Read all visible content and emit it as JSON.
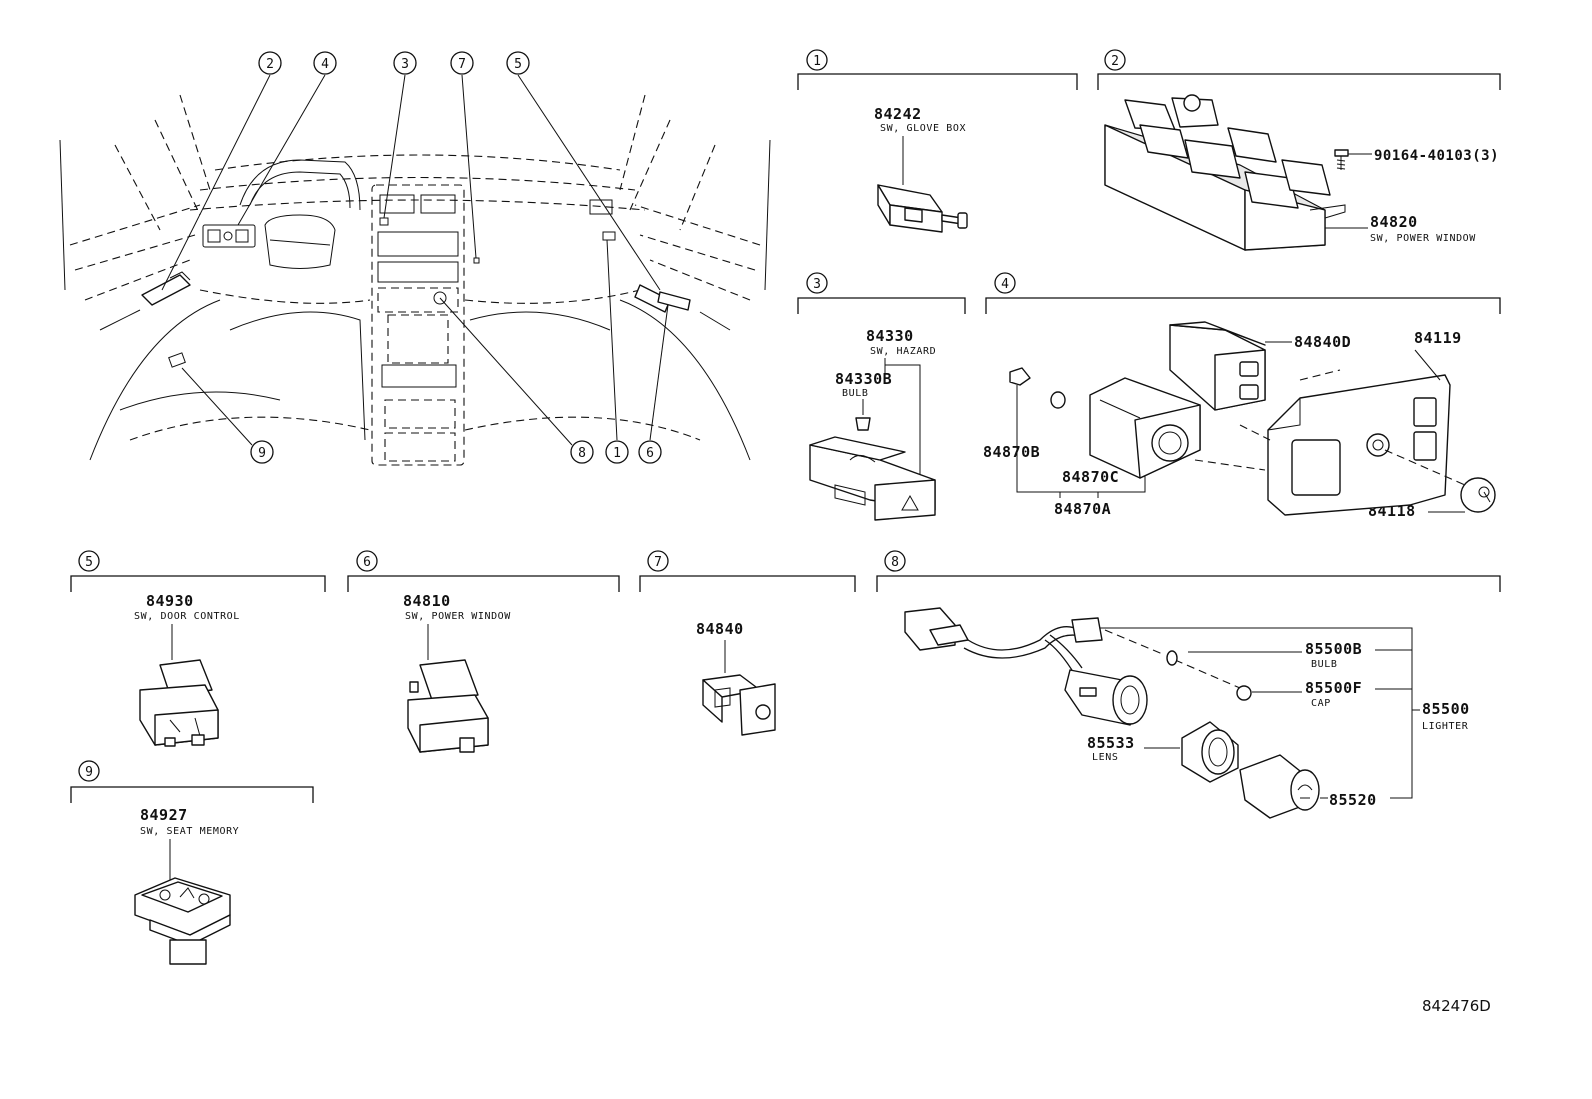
{
  "sections": [
    {
      "num": "1",
      "parts": [
        {
          "pn": "84242",
          "desc": "SW, GLOVE BOX"
        }
      ]
    },
    {
      "num": "2",
      "parts": [
        {
          "pn": "90164-40103(3)",
          "desc": ""
        },
        {
          "pn": "84820",
          "desc": "SW, POWER WINDOW"
        }
      ]
    },
    {
      "num": "3",
      "parts": [
        {
          "pn": "84330",
          "desc": "SW, HAZARD"
        },
        {
          "pn": "84330B",
          "desc": "BULB"
        }
      ]
    },
    {
      "num": "4",
      "parts": [
        {
          "pn": "84840D",
          "desc": ""
        },
        {
          "pn": "84119",
          "desc": ""
        },
        {
          "pn": "84870B",
          "desc": ""
        },
        {
          "pn": "84870C",
          "desc": ""
        },
        {
          "pn": "84870A",
          "desc": ""
        },
        {
          "pn": "84118",
          "desc": ""
        }
      ]
    },
    {
      "num": "5",
      "parts": [
        {
          "pn": "84930",
          "desc": "SW, DOOR CONTROL"
        }
      ]
    },
    {
      "num": "6",
      "parts": [
        {
          "pn": "84810",
          "desc": "SW, POWER WINDOW"
        }
      ]
    },
    {
      "num": "7",
      "parts": [
        {
          "pn": "84840",
          "desc": ""
        }
      ]
    },
    {
      "num": "8",
      "parts": [
        {
          "pn": "85500B",
          "desc": "BULB"
        },
        {
          "pn": "85500F",
          "desc": "CAP"
        },
        {
          "pn": "85500",
          "desc": "LIGHTER"
        },
        {
          "pn": "85533",
          "desc": "LENS"
        },
        {
          "pn": "85520",
          "desc": ""
        }
      ]
    },
    {
      "num": "9",
      "parts": [
        {
          "pn": "84927",
          "desc": "SW, SEAT MEMORY"
        }
      ]
    }
  ],
  "overview_callouts": [
    "2",
    "4",
    "3",
    "7",
    "5",
    "9",
    "8",
    "1",
    "6"
  ],
  "drawing_number": "842476D"
}
